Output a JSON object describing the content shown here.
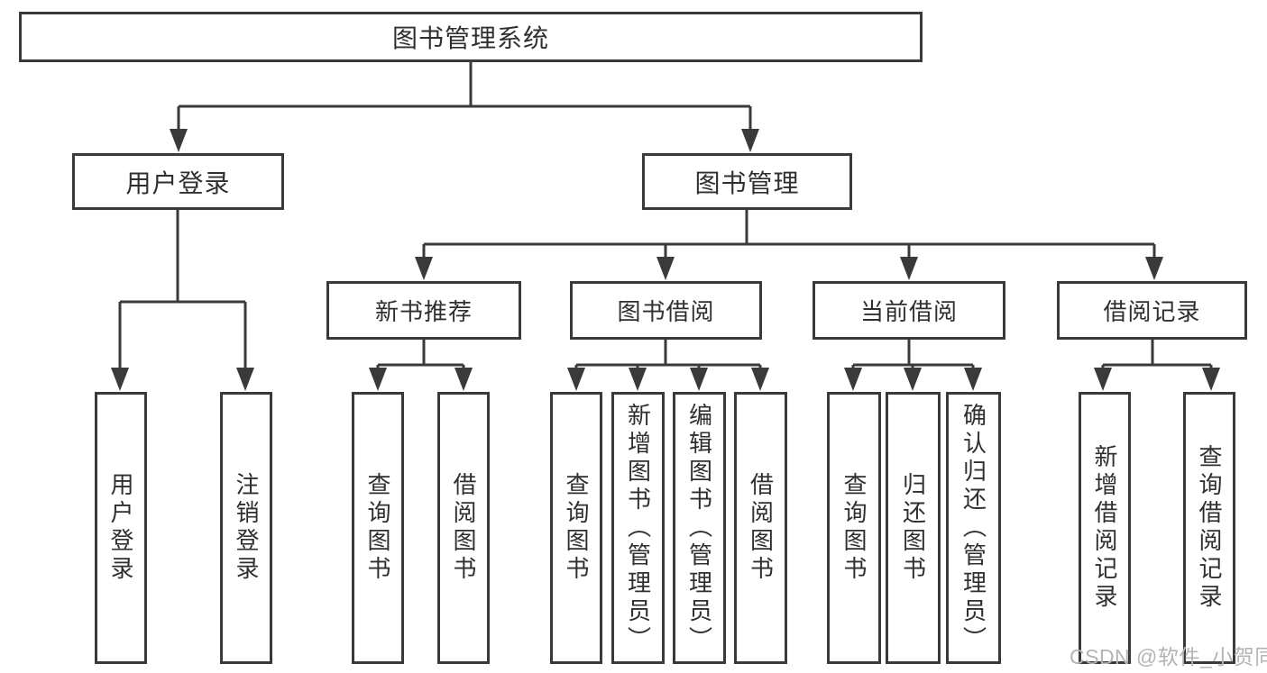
{
  "tree": {
    "root": {
      "label": "图书管理系统",
      "children": [
        {
          "label": "用户登录",
          "children": [
            {
              "label": "用户登录"
            },
            {
              "label": "注销登录"
            }
          ]
        },
        {
          "label": "图书管理",
          "children": [
            {
              "label": "新书推荐",
              "children": [
                {
                  "label": "查询图书"
                },
                {
                  "label": "借阅图书"
                }
              ]
            },
            {
              "label": "图书借阅",
              "children": [
                {
                  "label": "查询图书"
                },
                {
                  "label": "新增图书（管理员）"
                },
                {
                  "label": "编辑图书（管理员）"
                },
                {
                  "label": "借阅图书"
                }
              ]
            },
            {
              "label": "当前借阅",
              "children": [
                {
                  "label": "查询图书"
                },
                {
                  "label": "归还图书"
                },
                {
                  "label": "确认归还（管理员）"
                }
              ]
            },
            {
              "label": "借阅记录",
              "children": [
                {
                  "label": "新增借阅记录"
                },
                {
                  "label": "查询借阅记录"
                }
              ]
            }
          ]
        }
      ]
    }
  },
  "watermark": {
    "text": "CSDN @软件_小贺同学"
  },
  "colors": {
    "line": "#3a3a3a",
    "box_border": "#3a3a3a",
    "text": "#2f2f2f",
    "watermark": "#b4b4b4",
    "background": "#ffffff"
  }
}
